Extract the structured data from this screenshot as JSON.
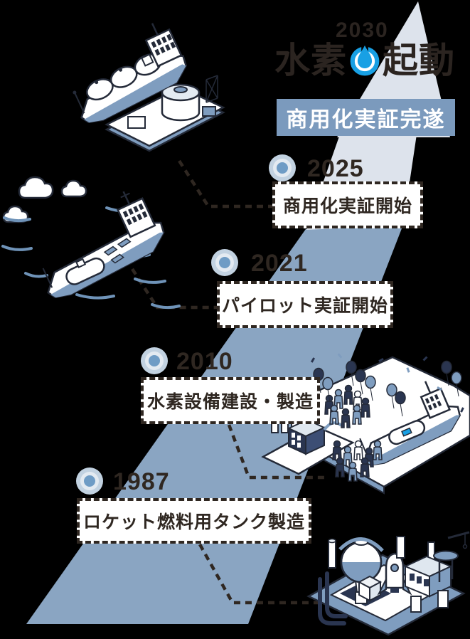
{
  "logo": {
    "year_top": "2030",
    "word_left": "水素",
    "word_right": "起動"
  },
  "banner": {
    "label": "商用化実証完遂"
  },
  "timeline": {
    "milestones": [
      {
        "year": "2025",
        "label": "商用化実証開始"
      },
      {
        "year": "2021",
        "label": "パイロット実証開始"
      },
      {
        "year": "2010",
        "label": "水素設備建設・製造"
      },
      {
        "year": "1987",
        "label": "ロケット燃料用タンク製造"
      }
    ]
  },
  "icons": {
    "logo_badge": "water-drop-power-icon",
    "bullet": "timeline-bullet-icon"
  },
  "illustrations": {
    "tanker": "hydrogen-tanker-ship-and-terminal",
    "cargo": "cargo-ship-at-sea-with-clouds",
    "celebration": "ship-launch-celebration-with-crowd-and-balloons",
    "plant": "rocket-fuel-tank-manufacturing-plant"
  },
  "colors": {
    "background": "#000000",
    "ink": "#2f2721",
    "outline_navy": "#242a38",
    "arrow_blue": "#8aa5c2",
    "arrow_light": "#dde3ec",
    "banner_blue": "#7b9abd",
    "logo_blue": "#18a0e4",
    "bullet_outer": "#c2d2e1",
    "bullet_dot": "#6f9cc5",
    "illustration_blue": "#7f9dbf",
    "illustration_navy": "#2a3550"
  }
}
